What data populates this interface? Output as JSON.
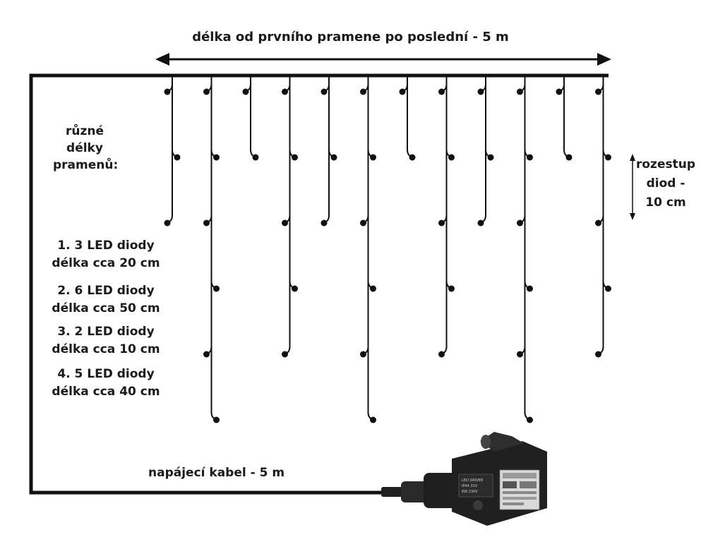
{
  "title": "délka od prvního pramene po poslední - 5 m",
  "strand_heading": [
    "různé",
    "délky",
    "pramenů:"
  ],
  "legend": [
    {
      "line1": "1. 3 LED diody",
      "line2": "délka cca 20 cm"
    },
    {
      "line1": "2. 6 LED diody",
      "line2": "délka cca 50 cm"
    },
    {
      "line1": "3. 2 LED diody",
      "line2": "délka cca 10 cm"
    },
    {
      "line1": "4. 5 LED diody",
      "line2": "délka cca 40 cm"
    }
  ],
  "spacing_label": [
    "rozestup",
    "diod -",
    "10 cm"
  ],
  "power_cable_label": "napájecí kabel - 5 m",
  "strand_led_counts": [
    3,
    6,
    2,
    5,
    3,
    6,
    2,
    5,
    3,
    6,
    2,
    5
  ],
  "colors": {
    "line": "#111111",
    "adapter": "#1c1c1c",
    "text": "#1a1a1a"
  },
  "icons": [
    "double-arrow-horizontal-icon",
    "double-arrow-vertical-icon",
    "led-bulb-icon",
    "power-adapter-icon"
  ]
}
